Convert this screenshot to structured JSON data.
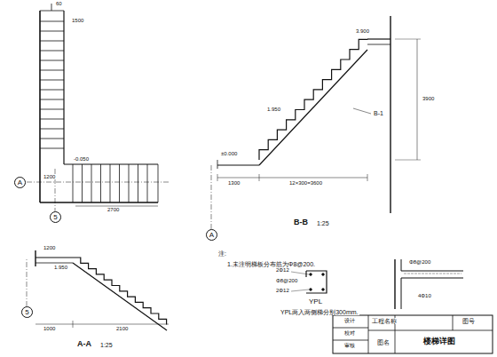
{
  "diagram": {
    "nodes": [
      {
        "text": [
          "A"
        ]
      },
      {
        "text": [
          "5"
        ]
      },
      {
        "text": [
          "A"
        ]
      },
      {
        "text": [
          "5"
        ]
      }
    ],
    "labels": [
      "B-B",
      "1:25",
      "A-A",
      "1:25",
      "注:",
      "1.未注明梯板分布筋为Φ8@200.",
      "YPL",
      "YPL两入两侧梯分别300mm.",
      "2Φ12",
      "Φ8@200",
      "2Φ12",
      "Φ8@200",
      "4Φ10",
      "B-1",
      "60",
      "1200",
      "1500",
      "2700",
      "-0.050",
      "±0.000",
      "1.950",
      "3.900",
      "1300",
      "12×300=3600",
      "3900",
      "1200",
      "1.950",
      "1000",
      "2100",
      "设计",
      "校对",
      "审核",
      "工程名称",
      "图名",
      "楼梯详图",
      "图号"
    ]
  }
}
